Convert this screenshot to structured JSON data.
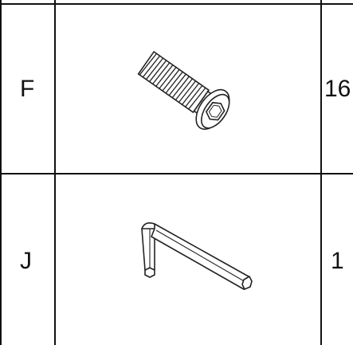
{
  "parts_table": {
    "rows": [
      {
        "letter": "F",
        "part_icon": "hex-socket-button-head-screw-icon",
        "quantity": "16"
      },
      {
        "letter": "J",
        "part_icon": "allen-hex-key-icon",
        "quantity": "1"
      }
    ]
  }
}
